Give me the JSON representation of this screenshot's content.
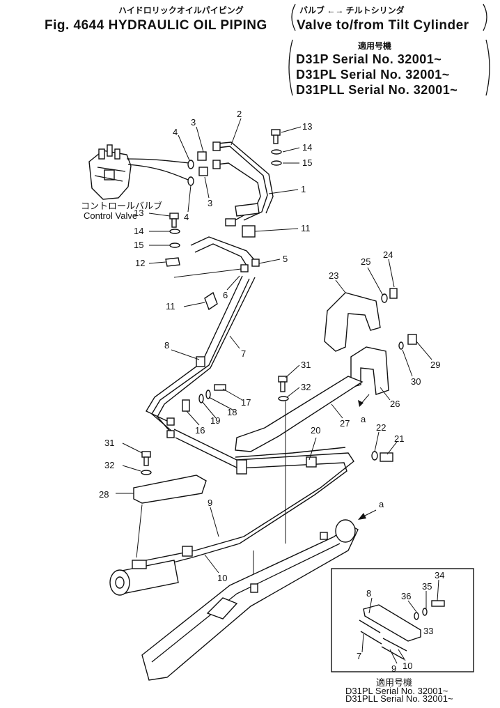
{
  "header": {
    "title_jp": "ハイドロリックオイルパイピング",
    "bracket_jp": "バルブ ←→ チルトシリンダ",
    "fig_label": "Fig. 4644 HYDRAULIC OIL PIPING",
    "subtitle": "Valve to/from Tilt Cylinder",
    "applicable_jp": "適用号機",
    "serials": [
      "D31P    Serial No. 32001~",
      "D31PL   Serial No. 32001~",
      "D31PLL Serial No. 32001~"
    ]
  },
  "control_valve": {
    "label_jp": "コントロールバルブ",
    "label_en": "Control Valve"
  },
  "arrows": {
    "a1": "a",
    "a2": "a"
  },
  "inset": {
    "applicable_jp": "適用号機",
    "serials": [
      "D31PL   Serial No. 32001~",
      "D31PLL Serial No. 32001~"
    ]
  },
  "callouts": {
    "c2": "2",
    "c3a": "3",
    "c3b": "3",
    "c4a": "4",
    "c4b": "4",
    "c13a": "13",
    "c14a": "14",
    "c15a": "15",
    "c1": "1",
    "c11a": "11",
    "c13b": "13",
    "c14b": "14",
    "c15b": "15",
    "c12": "12",
    "c5": "5",
    "c6": "6",
    "c11b": "11",
    "c8": "8",
    "c7": "7",
    "c24": "24",
    "c25": "25",
    "c23": "23",
    "c29": "29",
    "c30": "30",
    "c26": "26",
    "c31a": "31",
    "c32a": "32",
    "c27": "27",
    "c17": "17",
    "c18": "18",
    "c19": "19",
    "c16": "16",
    "c20": "20",
    "c22": "22",
    "c21": "21",
    "c31b": "31",
    "c32b": "32",
    "c28": "28",
    "c9": "9",
    "c10": "10",
    "c34": "34",
    "c35": "35",
    "c36": "36",
    "c8b": "8",
    "c33": "33",
    "c7b": "7",
    "c9b": "9",
    "c10b": "10"
  }
}
